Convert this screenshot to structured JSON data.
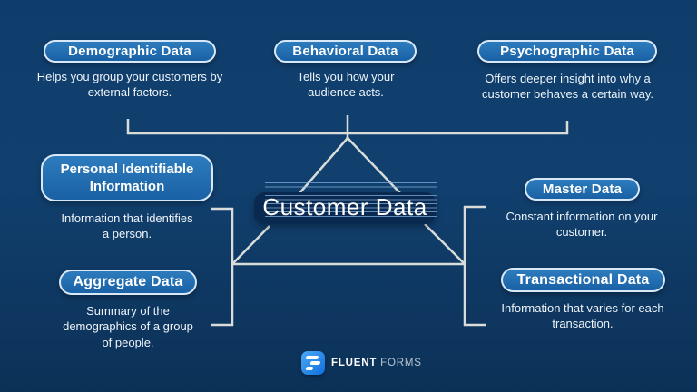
{
  "title": "Customer Data Types Diagram",
  "center": {
    "label": "Customer Data"
  },
  "nodes": {
    "demographic": {
      "label": "Demographic Data",
      "description": "Helps you group your customers by external factors."
    },
    "behavioral": {
      "label": "Behavioral Data",
      "description": "Tells you how your audience acts."
    },
    "psychographic": {
      "label": "Psychographic Data",
      "description": "Offers deeper insight into why a customer behaves a certain way."
    },
    "pii": {
      "label": "Personal Identifiable Information",
      "description": "Information that identifies a person."
    },
    "aggregate": {
      "label": "Aggregate Data",
      "description": "Summary of the demographics of a group of people."
    },
    "master": {
      "label": "Master Data",
      "description": "Constant information on your customer."
    },
    "transactional": {
      "label": "Transactional Data",
      "description": "Information that varies for each transaction."
    }
  },
  "footer": {
    "brand_primary": "FLUENT",
    "brand_secondary": "FORMS",
    "logo_icon": "fluent-forms-icon"
  },
  "colors": {
    "background": "#11406F",
    "node_fill": "#2277B8",
    "node_border": "#D9E8F6",
    "connector": "#D9DCD8",
    "center_box": "#0A2950",
    "center_stripes": "#80B0E0",
    "logo_blue": "#1B7EE5"
  }
}
